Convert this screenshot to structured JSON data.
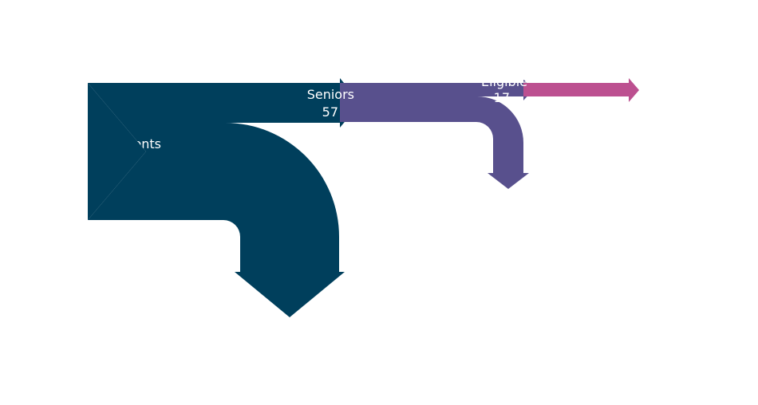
{
  "colors": {
    "students": "#003f5c",
    "seniors": "#58508d",
    "eligible": "#bc5090"
  },
  "nodes": {
    "students": {
      "label": "Students",
      "value": ""
    },
    "seniors": {
      "label": "Seniors",
      "value": "57"
    },
    "eligible": {
      "label": "Eligible",
      "value": "17"
    }
  }
}
